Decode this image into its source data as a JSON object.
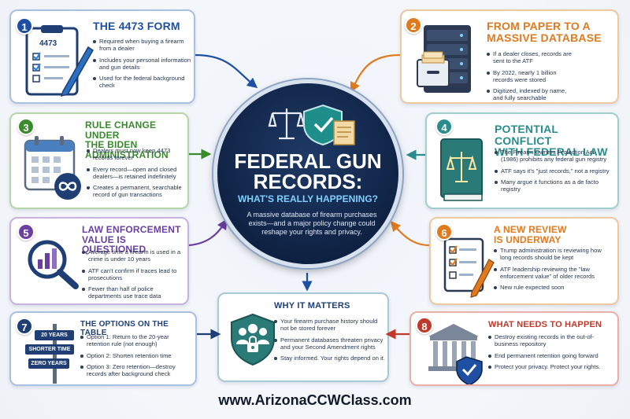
{
  "colors": {
    "blue": "#1f4fa3",
    "orange": "#e07a1f",
    "green": "#3a8a2e",
    "teal": "#2a8c8c",
    "purple": "#6a3fa0",
    "navy": "#1f3f74",
    "red": "#c0392b",
    "center_bg": "#0f2244"
  },
  "center": {
    "title_line1": "FEDERAL GUN",
    "title_line2": "RECORDS:",
    "subtitle": "WHAT'S REALLY HAPPENING?",
    "description": "A massive database of firearm purchases exists—and a major policy change could reshape your rights and privacy."
  },
  "panels": [
    {
      "number": "1",
      "title": "THE 4473 FORM",
      "icon": "clipboard-form-icon",
      "icon_text": "4473",
      "bullets": [
        "Required when buying a firearm from a dealer",
        "Includes your personal information and gun details",
        "Used for the federal background check"
      ]
    },
    {
      "number": "2",
      "title_line1": "FROM PAPER TO A",
      "title_line2": "MASSIVE DATABASE",
      "icon": "server-database-icon",
      "bullets": [
        "If a dealer closes, records are sent to the ATF",
        "By 2022, nearly 1 billion records were stored",
        "Digitized, indexed by name, and fully searchable"
      ]
    },
    {
      "number": "3",
      "title_line1": "RULE CHANGE UNDER",
      "title_line2": "THE BIDEN ADMINISTRATION",
      "icon": "calendar-infinity-icon",
      "bullets": [
        "Dealers must now keep 4473 records forever",
        "Every record—open and closed dealers—is retained indefinitely",
        "Creates a permanent, searchable record of gun transactions"
      ]
    },
    {
      "number": "4",
      "title_line1": "POTENTIAL CONFLICT",
      "title_line2": "WITH FEDERAL LAW",
      "icon": "law-book-icon",
      "bullets": [
        "The Firearm Owners Protection Act (1986) prohibits any federal gun registry",
        "ATF says it's \"just records,\" not a registry",
        "Many argue it functions as a de facto registry"
      ]
    },
    {
      "number": "5",
      "title_line1": "LAW ENFORCEMENT",
      "title_line2": "VALUE IS QUESTIONED",
      "icon": "magnifier-chart-icon",
      "bullets": [
        "Average time a firearm is used in a crime is under 10 years",
        "ATF can't confirm if traces lead to prosecutions",
        "Fewer than half of police departments use trace data"
      ]
    },
    {
      "number": "6",
      "title_line1": "A NEW REVIEW",
      "title_line2": "IS UNDERWAY",
      "icon": "checklist-pen-icon",
      "bullets": [
        "Trump administration is reviewing how long records should be kept",
        "ATF leadership reviewing the \"law enforcement value\" of older records",
        "New rule expected soon"
      ]
    },
    {
      "number": "7",
      "title": "THE OPTIONS ON THE TABLE",
      "icon": "signpost-icon",
      "tags": [
        "20 YEARS",
        "SHORTER TIME",
        "ZERO YEARS"
      ],
      "bullets": [
        "Option 1: Return to the 20-year retention rule (not enough)",
        "Option 2: Shorten retention time",
        "Option 3: Zero retention—destroy records after background check"
      ]
    },
    {
      "title": "WHY IT MATTERS",
      "icon": "people-lock-icon",
      "bullets": [
        "Your firearm purchase history should not be stored forever",
        "Permanent databases threaten privacy and your Second Amendment rights",
        "Stay informed. Your rights depend on it."
      ]
    },
    {
      "number": "8",
      "title": "WHAT NEEDS TO HAPPEN",
      "icon": "courthouse-shield-icon",
      "bullets": [
        "Destroy existing records in the out-of-business repository",
        "End permanent retention going forward",
        "Protect your privacy. Protect your rights."
      ]
    }
  ],
  "website": "www.ArizonaCCWClass.com"
}
